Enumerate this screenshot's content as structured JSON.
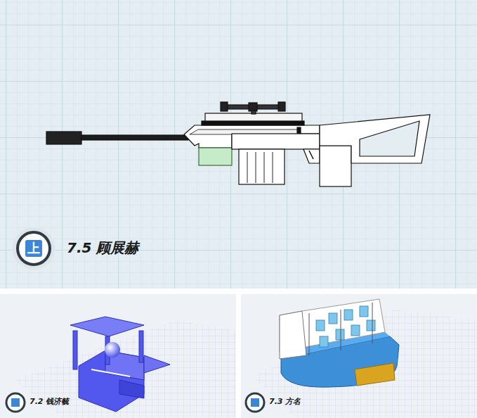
{
  "diagram": {
    "nodes": [
      {
        "text": [
          "上"
        ]
      }
    ],
    "labels": [
      "7.5 顾展赫",
      "7.2 钱济毓",
      "7.3 方名"
    ]
  }
}
